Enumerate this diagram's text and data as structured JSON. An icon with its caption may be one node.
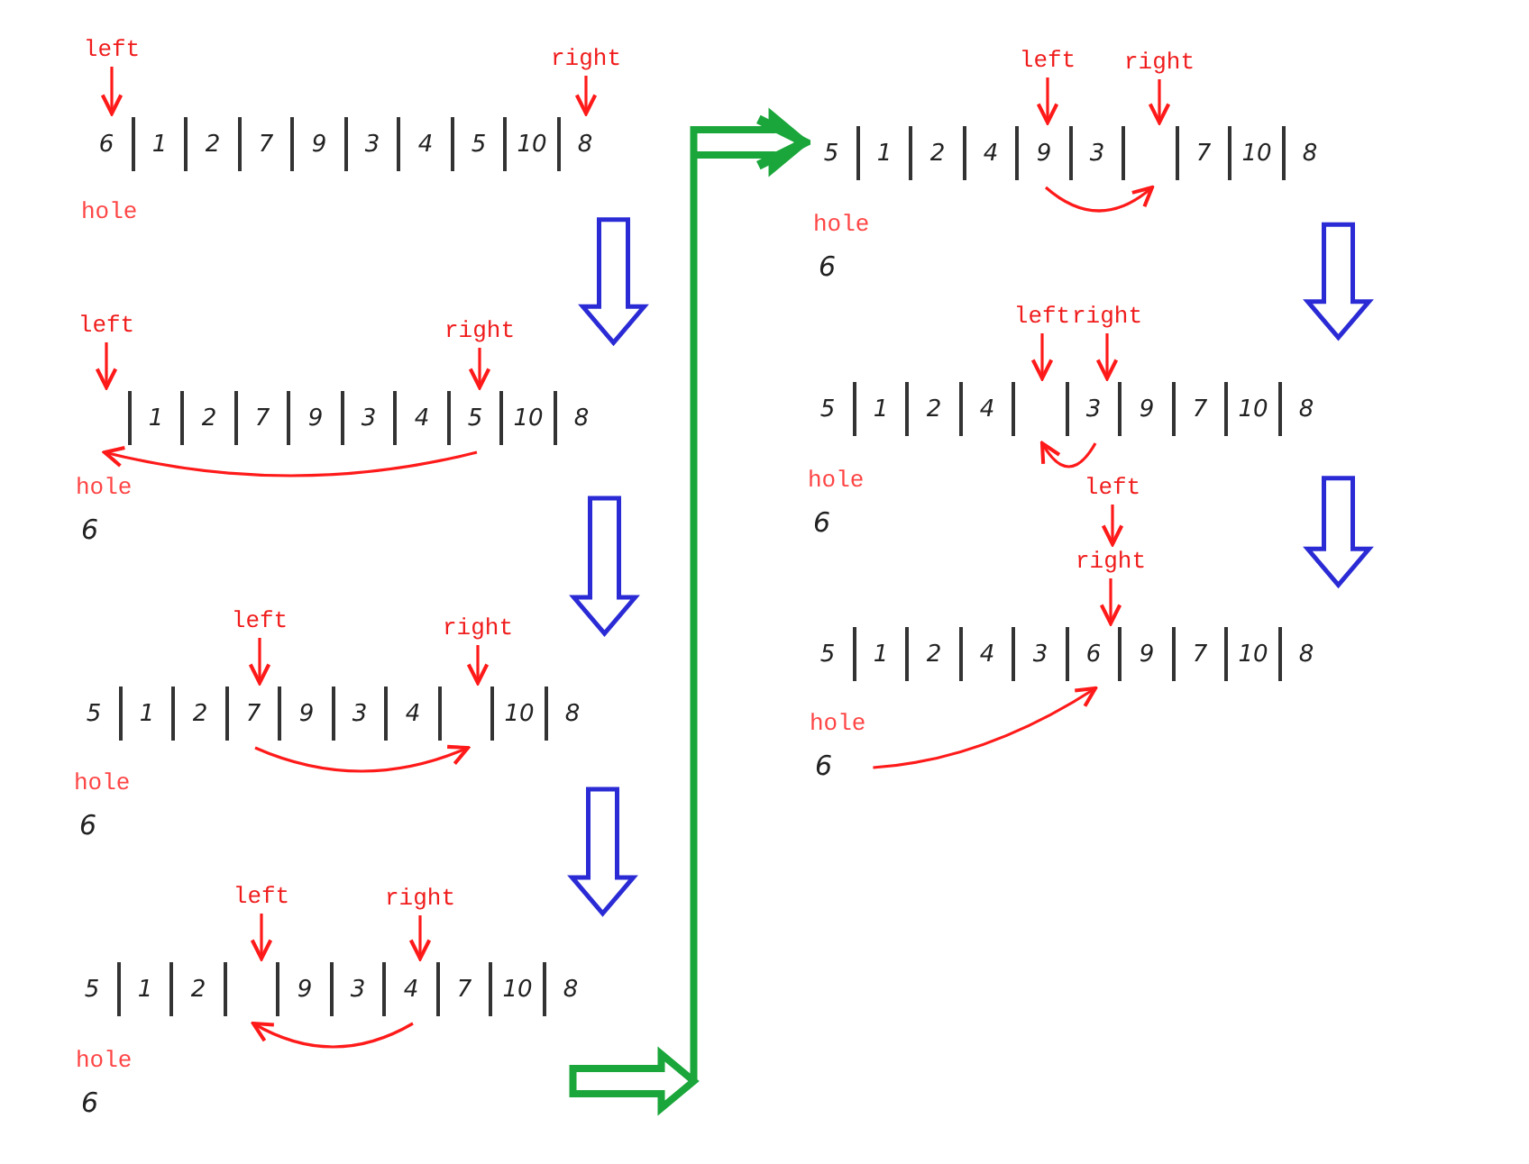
{
  "diagram": {
    "nodes": [
      {
        "text": [
          "left"
        ]
      },
      {
        "text": [
          "right"
        ]
      },
      {
        "text": [
          "6"
        ]
      },
      {
        "text": [
          "1"
        ]
      },
      {
        "text": [
          "2"
        ]
      },
      {
        "text": [
          "7"
        ]
      },
      {
        "text": [
          "9"
        ]
      },
      {
        "text": [
          "3"
        ]
      },
      {
        "text": [
          "4"
        ]
      },
      {
        "text": [
          "5"
        ]
      },
      {
        "text": [
          "10"
        ]
      },
      {
        "text": [
          "8"
        ]
      },
      {
        "text": [
          "hole"
        ]
      },
      {
        "text": [
          "left"
        ]
      },
      {
        "text": [
          "right"
        ]
      },
      {
        "text": [],
        "shape": "box"
      },
      {
        "text": [
          "1"
        ]
      },
      {
        "text": [
          "2"
        ]
      },
      {
        "text": [
          "7"
        ]
      },
      {
        "text": [
          "9"
        ]
      },
      {
        "text": [
          "3"
        ]
      },
      {
        "text": [
          "4"
        ]
      },
      {
        "text": [
          "5"
        ]
      },
      {
        "text": [
          "10"
        ]
      },
      {
        "text": [
          "8"
        ]
      },
      {
        "text": [
          "hole",
          "6"
        ]
      },
      {
        "text": [
          "left"
        ]
      },
      {
        "text": [
          "right"
        ]
      },
      {
        "text": [
          "5"
        ]
      },
      {
        "text": [
          "1"
        ]
      },
      {
        "text": [
          "2"
        ]
      },
      {
        "text": [
          "7"
        ]
      },
      {
        "text": [
          "9"
        ]
      },
      {
        "text": [
          "3"
        ]
      },
      {
        "text": [
          "4"
        ]
      },
      {
        "text": [],
        "shape": "box"
      },
      {
        "text": [
          "10"
        ]
      },
      {
        "text": [
          "8"
        ]
      },
      {
        "text": [
          "hole",
          "6"
        ]
      },
      {
        "text": [
          "left"
        ]
      },
      {
        "text": [
          "right"
        ]
      },
      {
        "text": [
          "5"
        ]
      },
      {
        "text": [
          "1"
        ]
      },
      {
        "text": [
          "2"
        ]
      },
      {
        "text": [],
        "shape": "box"
      },
      {
        "text": [
          "9"
        ]
      },
      {
        "text": [
          "3"
        ]
      },
      {
        "text": [
          "4"
        ]
      },
      {
        "text": [
          "7"
        ]
      },
      {
        "text": [
          "10"
        ]
      },
      {
        "text": [
          "8"
        ]
      },
      {
        "text": [
          "hole",
          "6"
        ]
      },
      {
        "text": [
          "left"
        ]
      },
      {
        "text": [
          "right"
        ]
      },
      {
        "text": [
          "5"
        ]
      },
      {
        "text": [
          "1"
        ]
      },
      {
        "text": [
          "2"
        ]
      },
      {
        "text": [
          "4"
        ]
      },
      {
        "text": [
          "9"
        ]
      },
      {
        "text": [
          "3"
        ]
      },
      {
        "text": [],
        "shape": "box"
      },
      {
        "text": [
          "7"
        ]
      },
      {
        "text": [
          "10"
        ]
      },
      {
        "text": [
          "8"
        ]
      },
      {
        "text": [
          "hole",
          "6"
        ]
      },
      {
        "text": [
          "left"
        ]
      },
      {
        "text": [
          "right"
        ]
      },
      {
        "text": [
          "5"
        ]
      },
      {
        "text": [
          "1"
        ]
      },
      {
        "text": [
          "2"
        ]
      },
      {
        "text": [
          "4"
        ]
      },
      {
        "text": [],
        "shape": "box"
      },
      {
        "text": [
          "3"
        ]
      },
      {
        "text": [
          "9"
        ]
      },
      {
        "text": [
          "7"
        ]
      },
      {
        "text": [
          "10"
        ]
      },
      {
        "text": [
          "8"
        ]
      },
      {
        "text": [
          "hole",
          "6"
        ]
      },
      {
        "text": [
          "left"
        ]
      },
      {
        "text": [
          "right"
        ]
      },
      {
        "text": [
          "5"
        ]
      },
      {
        "text": [
          "1"
        ]
      },
      {
        "text": [
          "2"
        ]
      },
      {
        "text": [
          "4"
        ]
      },
      {
        "text": [
          "3"
        ]
      },
      {
        "text": [
          "6"
        ]
      },
      {
        "text": [
          "9"
        ]
      },
      {
        "text": [
          "7"
        ]
      },
      {
        "text": [
          "10"
        ]
      },
      {
        "text": [
          "8"
        ]
      },
      {
        "text": [
          "hole",
          "6"
        ]
      }
    ],
    "edges": [
      {
        "from": 0,
        "to": 2,
        "arrow": "to"
      },
      {
        "from": 1,
        "to": 11,
        "arrow": "to"
      },
      {
        "from": 11,
        "to": 24,
        "arrow": "to",
        "style": "thick",
        "color": "#2b2bd6"
      },
      {
        "from": 13,
        "to": 15,
        "arrow": "to"
      },
      {
        "from": 14,
        "to": 22,
        "arrow": "to"
      },
      {
        "from": 22,
        "to": 15,
        "arrow": "to"
      },
      {
        "from": 24,
        "to": 37,
        "arrow": "to",
        "style": "thick",
        "color": "#2b2bd6"
      },
      {
        "from": 26,
        "to": 31,
        "arrow": "to"
      },
      {
        "from": 27,
        "to": 35,
        "arrow": "to"
      },
      {
        "from": 31,
        "to": 35,
        "arrow": "to"
      },
      {
        "from": 37,
        "to": 50,
        "arrow": "to",
        "style": "thick",
        "color": "#2b2bd6"
      },
      {
        "from": 39,
        "to": 44,
        "arrow": "to"
      },
      {
        "from": 40,
        "to": 47,
        "arrow": "to"
      },
      {
        "from": 47,
        "to": 44,
        "arrow": "to"
      },
      {
        "from": 50,
        "to": 54,
        "arrow": "to",
        "style": "thick",
        "color": "#1aa63a"
      },
      {
        "from": 52,
        "to": 58,
        "arrow": "to"
      },
      {
        "from": 53,
        "to": 60,
        "arrow": "to"
      },
      {
        "from": 58,
        "to": 60,
        "arrow": "to"
      },
      {
        "from": 63,
        "to": 76,
        "arrow": "to",
        "style": "thick",
        "color": "#2b2bd6"
      },
      {
        "from": 65,
        "to": 71,
        "arrow": "to"
      },
      {
        "from": 66,
        "to": 72,
        "arrow": "to"
      },
      {
        "from": 72,
        "to": 71,
        "arrow": "to"
      },
      {
        "from": 76,
        "to": 89,
        "arrow": "to",
        "style": "thick",
        "color": "#2b2bd6"
      },
      {
        "from": 78,
        "to": 79,
        "arrow": "to"
      },
      {
        "from": 79,
        "to": 85,
        "arrow": "to"
      },
      {
        "from": 90,
        "to": 85,
        "arrow": "to"
      }
    ]
  }
}
